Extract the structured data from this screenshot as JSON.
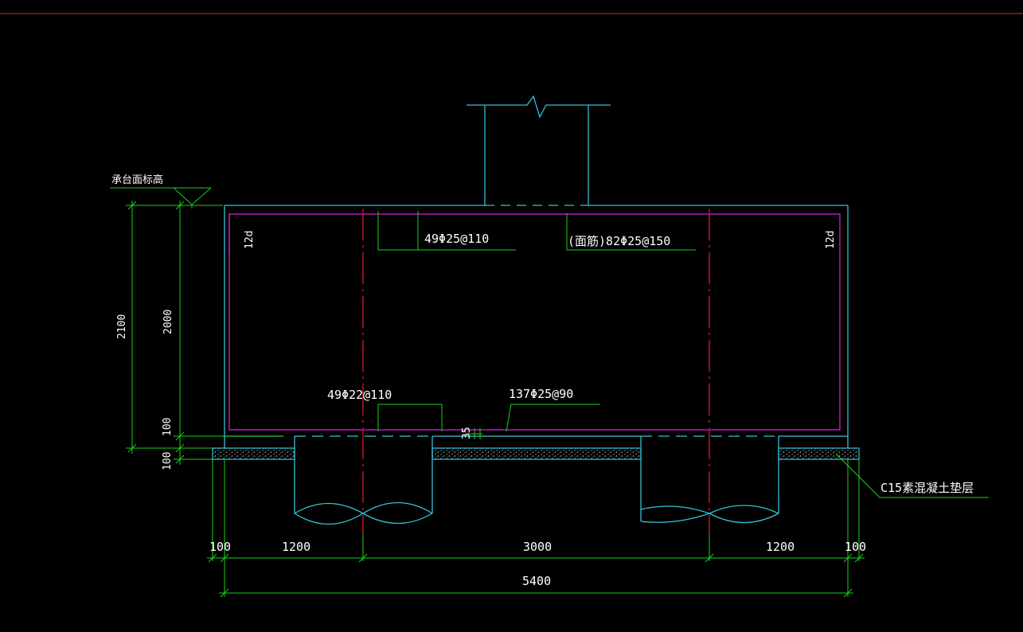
{
  "colors": {
    "background": "#000000",
    "outline": "#33c3d6",
    "dimension": "#19d219",
    "rebar": "#d21fd2",
    "centerline": "#e0162a",
    "text": "#ffffff",
    "topBorder": "#c8322a"
  },
  "labels": {
    "cap_top_elevation": "承台面标高",
    "top_rebar_a": "49Φ25@110",
    "top_rebar_b": "(面筋)82Φ25@150",
    "bottom_rebar_a": "49Φ22@110",
    "bottom_rebar_b": "137Φ25@90",
    "anchor_left": "12d",
    "anchor_right": "12d",
    "cushion_layer": "C15素混凝土垫层",
    "cover": "35"
  },
  "dimensions": {
    "vertical": {
      "total_height": "2100",
      "cap_height": "2000",
      "bottom_offset": "100",
      "cushion": "100"
    },
    "horizontal": {
      "left_margin": "100",
      "left_edge_to_pile": "1200",
      "pile_spacing": "3000",
      "pile_to_right_edge": "1200",
      "right_margin": "100",
      "overall": "5400"
    }
  }
}
